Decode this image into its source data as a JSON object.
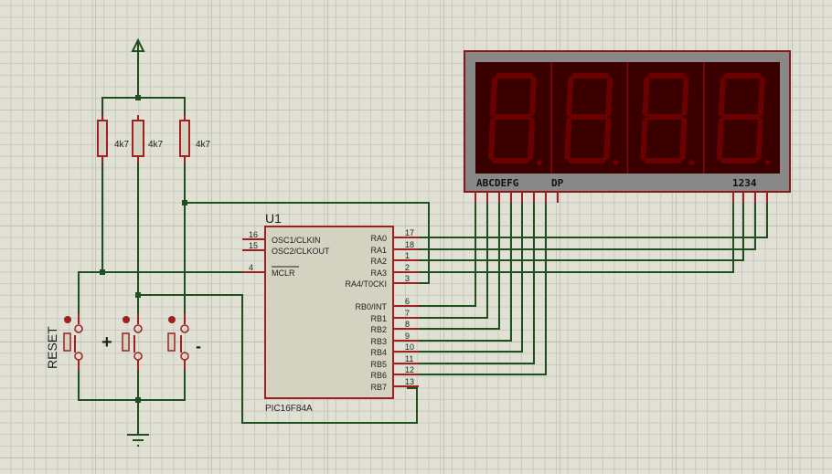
{
  "schematic": {
    "power_symbol": "vcc-arrow",
    "ground_symbol": "ground",
    "resistors": [
      {
        "id": "R1",
        "value": "4k7"
      },
      {
        "id": "R2",
        "value": "4k7"
      },
      {
        "id": "R3",
        "value": "4k7"
      }
    ],
    "buttons": [
      {
        "label": "RESET"
      },
      {
        "label": "+"
      },
      {
        "label": "-"
      }
    ],
    "chip": {
      "ref": "U1",
      "part": "PIC16F84A",
      "left_pins": [
        {
          "num": "16",
          "name": "OSC1/CLKIN"
        },
        {
          "num": "15",
          "name": "OSC2/CLKOUT"
        },
        {
          "num": "4",
          "name": "MCLR"
        }
      ],
      "right_pins": [
        {
          "num": "17",
          "name": "RA0"
        },
        {
          "num": "18",
          "name": "RA1"
        },
        {
          "num": "1",
          "name": "RA2"
        },
        {
          "num": "2",
          "name": "RA3"
        },
        {
          "num": "3",
          "name": "RA4/T0CKI"
        },
        {
          "num": "6",
          "name": "RB0/INT"
        },
        {
          "num": "7",
          "name": "RB1"
        },
        {
          "num": "8",
          "name": "RB2"
        },
        {
          "num": "9",
          "name": "RB3"
        },
        {
          "num": "10",
          "name": "RB4"
        },
        {
          "num": "11",
          "name": "RB5"
        },
        {
          "num": "12",
          "name": "RB6"
        },
        {
          "num": "13",
          "name": "RB7"
        }
      ]
    },
    "display": {
      "digits": 4,
      "segment_label": "ABCDEFG",
      "dp_label": "DP",
      "digit_label": "1234",
      "segment_color": "#6a0000",
      "background_color": "#3a0000"
    },
    "colors": {
      "wire": "#1f4f1f",
      "pin": "#a02020",
      "chip_fill": "#d4d2c0",
      "grid_bg": "#e0e0d4"
    }
  }
}
